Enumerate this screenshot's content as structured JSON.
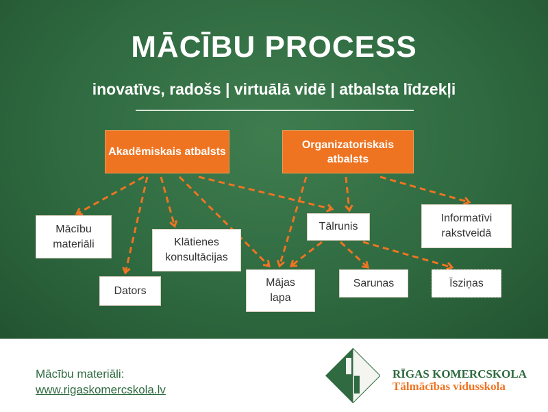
{
  "header": {
    "title": "MĀCĪBU PROCESS",
    "subtitle": "inovatīvs, radošs | virtuālā vidē |  atbalsta līdzekļi"
  },
  "diagram": {
    "nodes": {
      "akad": "Akadēmiskais atbalsts",
      "org": "Organizatoriskais atbalsts",
      "materiali": "Mācību materiāli",
      "dators": "Dators",
      "klatienes": "Klātienes konsultācijas",
      "talrunis": "Tālrunis",
      "informativi": "Informatīvi rakstveidā",
      "majas": "Mājas lapa",
      "sarunas": "Sarunas",
      "iszinas": "Īsziņas"
    },
    "edges": [
      [
        "akad",
        "materiali"
      ],
      [
        "akad",
        "dators"
      ],
      [
        "akad",
        "klatienes"
      ],
      [
        "akad",
        "majas"
      ],
      [
        "akad",
        "talrunis"
      ],
      [
        "org",
        "majas"
      ],
      [
        "org",
        "talrunis"
      ],
      [
        "org",
        "informativi"
      ],
      [
        "talrunis",
        "majas"
      ],
      [
        "talrunis",
        "sarunas"
      ],
      [
        "talrunis",
        "iszinas"
      ]
    ],
    "arrow_color": "#ef7422"
  },
  "footer": {
    "label": "Mācību materiāli:",
    "link": "www.rigaskomercskola.lv",
    "logo_name": "RĪGAS KOMERCSKOLA",
    "logo_sub": "Tālmācības vidusskola"
  }
}
